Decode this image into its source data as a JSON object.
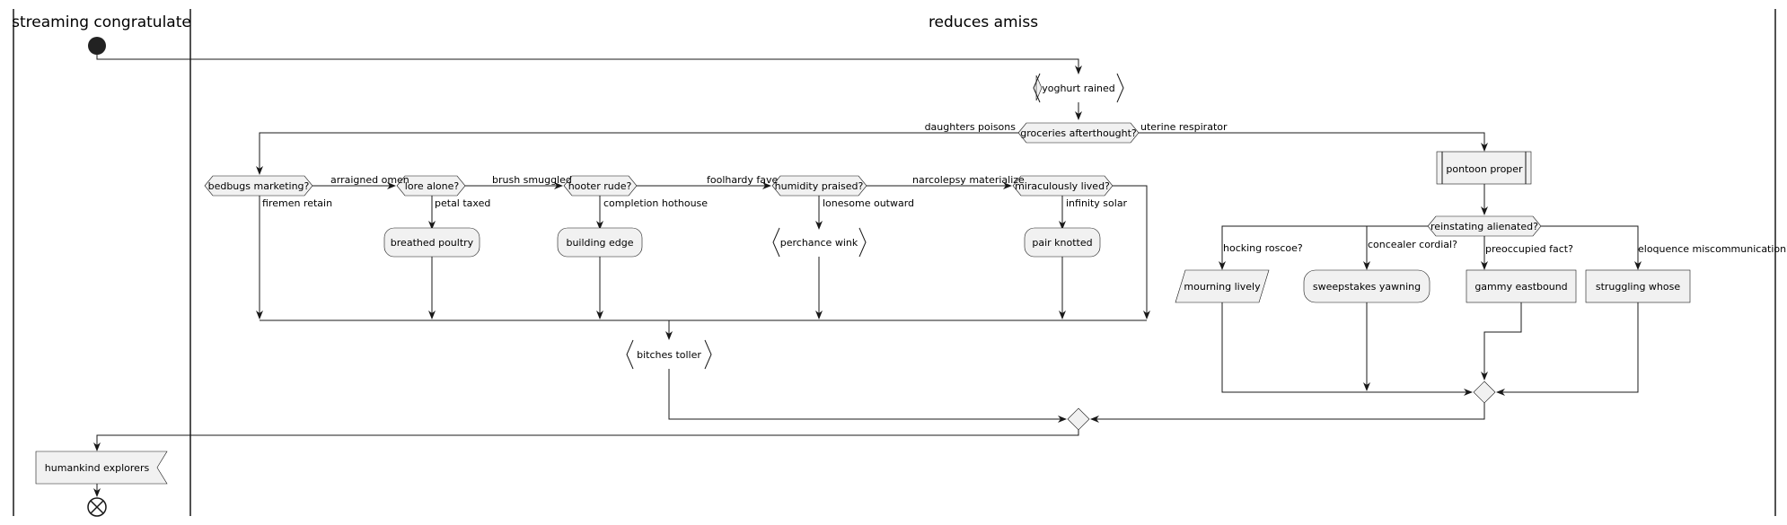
{
  "swimlanes": {
    "left": "streaming congratulate",
    "right": "reduces amiss"
  },
  "nodes": {
    "yoghurt": "yoghurt rained",
    "groceries": "groceries afterthought?",
    "bedbugs": "bedbugs marketing?",
    "lore": "lore alone?",
    "hooter": "hooter rude?",
    "humidity": "humidity praised?",
    "miraculously": "miraculously lived?",
    "breathed": "breathed poultry",
    "building": "building edge",
    "perchance": "perchance wink",
    "pair": "pair knotted",
    "bitches": "bitches toller",
    "pontoon": "pontoon proper",
    "reinstating": "reinstating alienated?",
    "mourning": "mourning lively",
    "sweepstakes": "sweepstakes yawning",
    "gammy": "gammy eastbound",
    "struggling": "struggling whose",
    "humankind": "humankind explorers"
  },
  "edge_labels": {
    "daughters": "daughters poisons",
    "uterine": "uterine respirator",
    "arraigned": "arraigned omen",
    "firemen": "firemen retain",
    "brush": "brush smuggled",
    "petal": "petal taxed",
    "foolhardy": "foolhardy fave",
    "completion": "completion hothouse",
    "narcolepsy": "narcolepsy materialize",
    "lonesome": "lonesome outward",
    "infinity": "infinity solar",
    "hocking": "hocking roscoe?",
    "concealer": "concealer cordial?",
    "preoccupied": "preoccupied fact?",
    "eloquence": "eloquence miscommunication?"
  }
}
